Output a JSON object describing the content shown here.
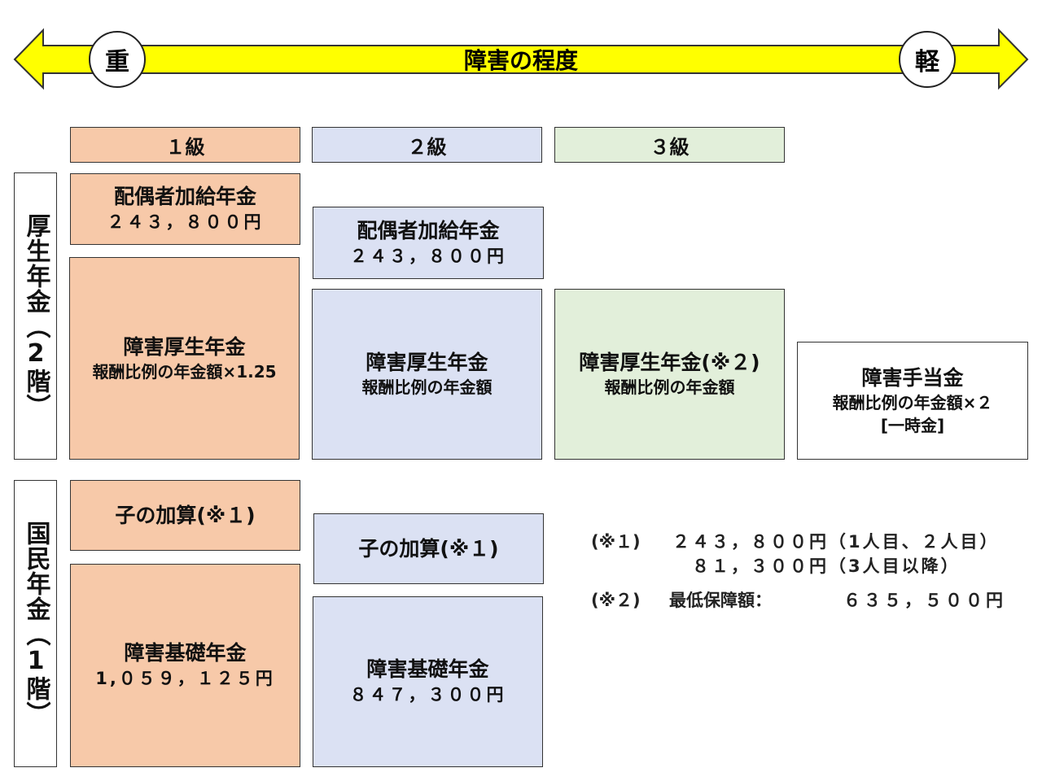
{
  "colors": {
    "arrow": "#ffff00",
    "grade1": "#f7c9a9",
    "grade2": "#dbe1f3",
    "grade3": "#e2efda"
  },
  "arrow": {
    "title": "障害の程度",
    "left": "重",
    "right": "軽"
  },
  "grades": [
    "１級",
    "２級",
    "３級"
  ],
  "side": {
    "upper": "厚生年金（2階）",
    "lower": "国民年金（1階）"
  },
  "grade1": {
    "spouse": {
      "title": "配偶者加給年金",
      "amount": "２４３，８００円"
    },
    "kosei": {
      "title": "障害厚生年金",
      "sub": "報酬比例の年金額×1.25"
    },
    "child": {
      "title": "子の加算(※１)"
    },
    "kiso": {
      "title": "障害基礎年金",
      "amount": "1,０５９，１２５円"
    }
  },
  "grade2": {
    "spouse": {
      "title": "配偶者加給年金",
      "amount": "２４３，８００円"
    },
    "kosei": {
      "title": "障害厚生年金",
      "sub": "報酬比例の年金額"
    },
    "child": {
      "title": "子の加算(※１)"
    },
    "kiso": {
      "title": "障害基礎年金",
      "amount": "８４７，３００円"
    }
  },
  "grade3": {
    "kosei": {
      "title": "障害厚生年金(※２)",
      "sub": "報酬比例の年金額"
    }
  },
  "teate": {
    "title": "障害手当金",
    "sub": "報酬比例の年金額×２",
    "note": "[一時金]"
  },
  "notes": {
    "n1_label": "(※１)",
    "n1_line1": "２４３，８００円（1人目、２人目）",
    "n1_line2": "８１，３００円（3人目以降）",
    "n2_label": "(※２)",
    "n2_text": "最低保障額：",
    "n2_amount": "６３５，５００円"
  }
}
